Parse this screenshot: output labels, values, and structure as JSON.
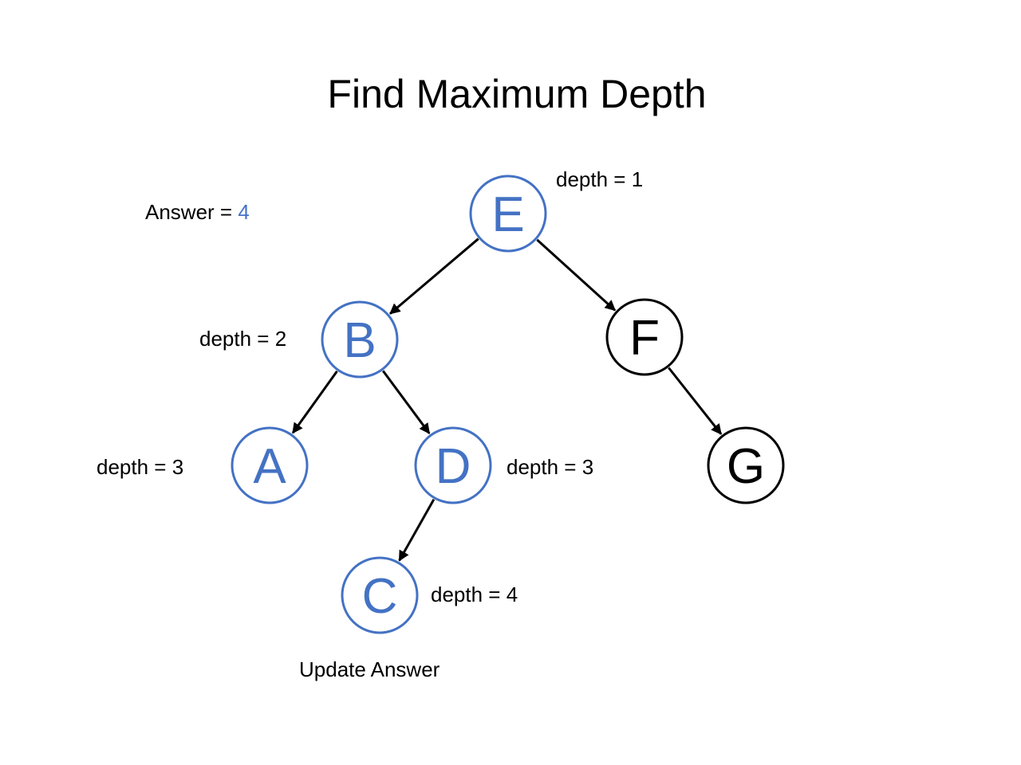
{
  "title": "Find Maximum Depth",
  "answer": {
    "label": "Answer = ",
    "value": "4"
  },
  "colors": {
    "visited": "#4472c4",
    "unvisited": "#000000"
  },
  "nodes": [
    {
      "id": "E",
      "label": "E",
      "state": "visited"
    },
    {
      "id": "B",
      "label": "B",
      "state": "visited"
    },
    {
      "id": "F",
      "label": "F",
      "state": "unvisited"
    },
    {
      "id": "A",
      "label": "A",
      "state": "visited"
    },
    {
      "id": "D",
      "label": "D",
      "state": "visited"
    },
    {
      "id": "G",
      "label": "G",
      "state": "unvisited"
    },
    {
      "id": "C",
      "label": "C",
      "state": "visited"
    }
  ],
  "edges": [
    {
      "from": "E",
      "to": "B"
    },
    {
      "from": "E",
      "to": "F"
    },
    {
      "from": "B",
      "to": "A"
    },
    {
      "from": "B",
      "to": "D"
    },
    {
      "from": "F",
      "to": "G"
    },
    {
      "from": "D",
      "to": "C"
    }
  ],
  "depth_labels": {
    "E": "depth = 1",
    "B": "depth = 2",
    "A": "depth = 3",
    "D": "depth = 3",
    "C": "depth = 4"
  },
  "note": "Update Answer"
}
